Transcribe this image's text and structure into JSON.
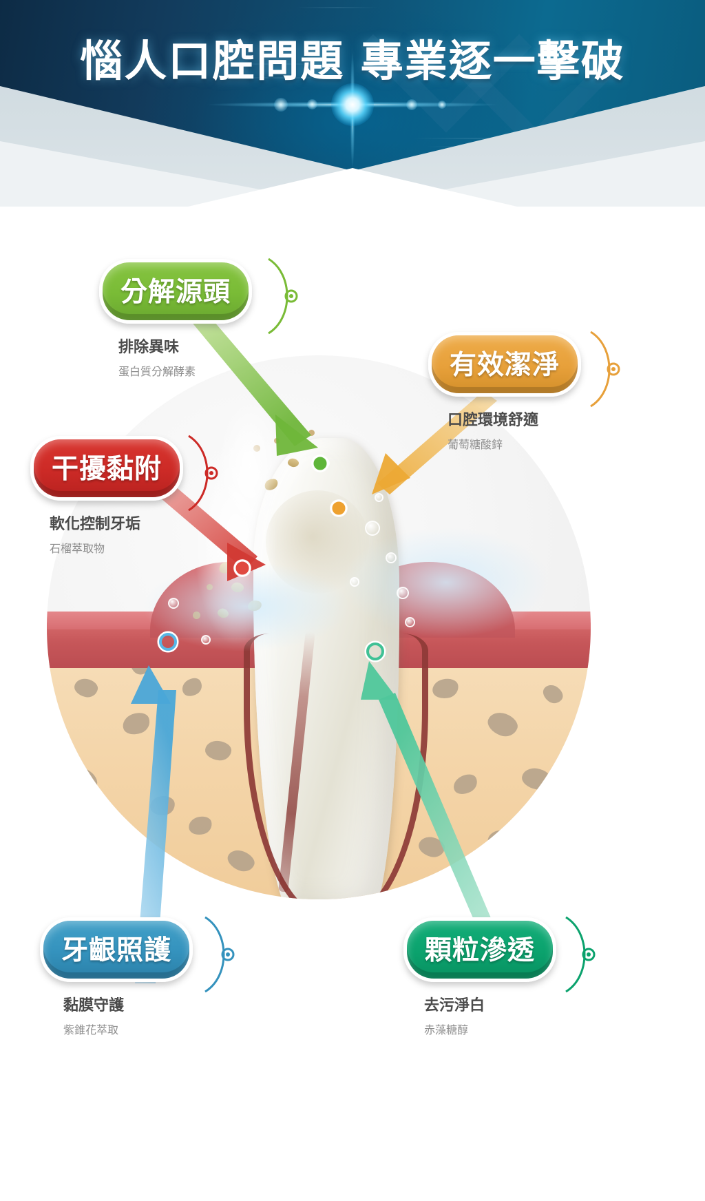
{
  "header": {
    "title": "惱人口腔問題 專業逐一擊破",
    "bg_dark": "#0e5478",
    "bg_light": "#d4dee3",
    "flare_color": "#7ad7ff"
  },
  "illustration": {
    "name": "tooth-cross-section-diagram",
    "description": "牙齒剖面圖",
    "backdrop_color": "#f3f3f3",
    "bone_color": "#f4d5a9",
    "gum_color": "#c65659",
    "tooth_color": "#f2f0e6"
  },
  "nodes": [
    {
      "id": "decompose-source",
      "badge": "分解源頭",
      "caption_main": "排除異味",
      "caption_sub": "蛋白質分解酵素",
      "color": "#79bb36",
      "marker": "green-dot-marker",
      "arrow": "green-arrow"
    },
    {
      "id": "effective-clean",
      "badge": "有效潔淨",
      "caption_main": "口腔環境舒適",
      "caption_sub": "葡萄糖酸鋅",
      "color": "#e7a03a",
      "marker": "orange-dot-marker",
      "arrow": "orange-arrow"
    },
    {
      "id": "interfere-adhesion",
      "badge": "干擾黏附",
      "caption_main": "軟化控制牙垢",
      "caption_sub": "石榴萃取物",
      "color": "#cc2a26",
      "marker": "red-dot-marker",
      "arrow": "red-arrow"
    },
    {
      "id": "gum-care",
      "badge": "牙齦照護",
      "caption_main": "黏膜守護",
      "caption_sub": "紫錐花萃取",
      "color": "#3492bd",
      "marker": "blue-dot-marker",
      "arrow": "blue-arrow"
    },
    {
      "id": "particle-penetration",
      "badge": "顆粒滲透",
      "caption_main": "去污淨白",
      "caption_sub": "赤藻糖醇",
      "color": "#0ba26d",
      "marker": "teal-dot-marker",
      "arrow": "teal-arrow"
    }
  ]
}
